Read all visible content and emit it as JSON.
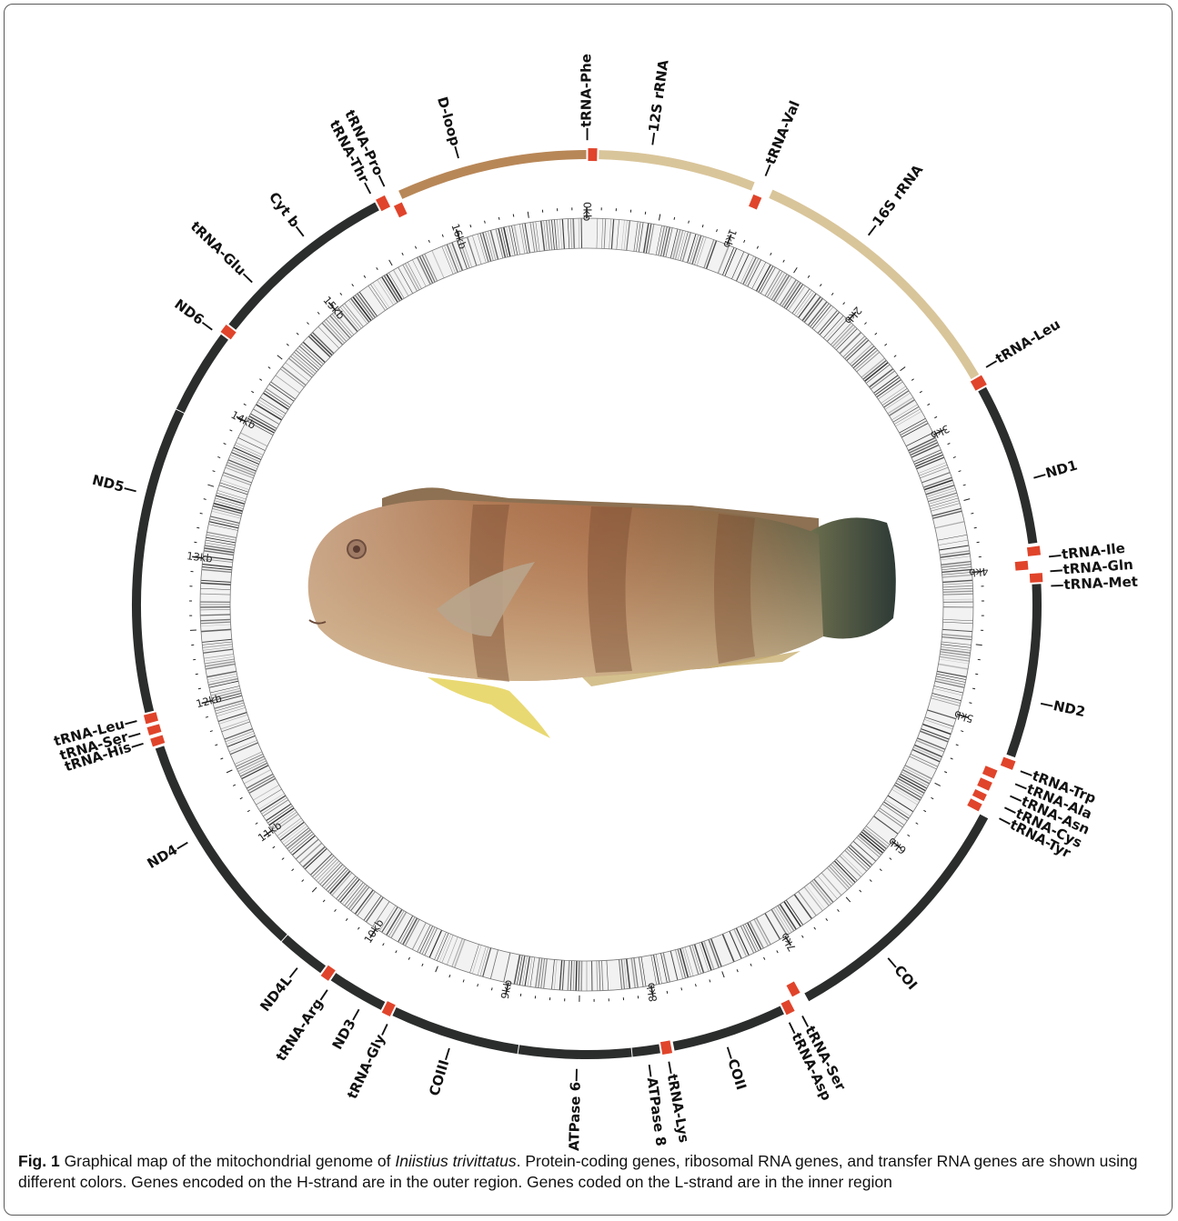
{
  "figure": {
    "caption_label": "Fig. 1",
    "caption_part1": " Graphical map of the mitochondrial genome of ",
    "caption_species": "Iniistius trivittatus",
    "caption_part2": ". Protein-coding genes, ribosomal RNA genes, and transfer RNA genes are shown using different colors. Genes encoded on the H-strand are in the outer region. Genes coded on the L-strand are in the inner region"
  },
  "genome": {
    "length_bp": 16900,
    "kb_ticks": [
      "0kb",
      "1kb",
      "2kb",
      "3kb",
      "4kb",
      "5kb",
      "6kb",
      "7kb",
      "8kb",
      "9kb",
      "10kb",
      "11kb",
      "12kb",
      "13kb",
      "14kb",
      "15kb",
      "16kb"
    ]
  },
  "colors": {
    "protein": "#2b2d2c",
    "rrna": "#d9c59a",
    "trna": "#e0442b",
    "dloop": "#b88757"
  },
  "genes": [
    {
      "name": "tRNA-Phe",
      "start": 0,
      "end": 70,
      "type": "trna",
      "strand": "outer",
      "label_at": 0
    },
    {
      "name": "12S rRNA",
      "start": 70,
      "end": 1020,
      "type": "rrna",
      "strand": "outer",
      "label_at": 380
    },
    {
      "name": "tRNA-Val",
      "start": 1030,
      "end": 1100,
      "type": "trna",
      "strand": "inner",
      "label_at": 1060
    },
    {
      "name": "16S rRNA",
      "start": 1130,
      "end": 2800,
      "type": "rrna",
      "strand": "outer",
      "label_at": 1750
    },
    {
      "name": "tRNA-Leu",
      "start": 2800,
      "end": 2880,
      "type": "trna",
      "strand": "outer",
      "label_at": 2780
    },
    {
      "name": "ND1",
      "start": 2880,
      "end": 3860,
      "type": "protein",
      "strand": "outer",
      "label_at": 3480
    },
    {
      "name": "tRNA-Ile",
      "start": 3870,
      "end": 3940,
      "type": "trna",
      "strand": "outer",
      "label_at": 3945
    },
    {
      "name": "tRNA-Gln",
      "start": 3950,
      "end": 4020,
      "type": "trna",
      "strand": "inner",
      "label_at": 4030
    },
    {
      "name": "tRNA-Met",
      "start": 4030,
      "end": 4100,
      "type": "trna",
      "strand": "outer",
      "label_at": 4115
    },
    {
      "name": "ND2",
      "start": 4100,
      "end": 5150,
      "type": "protein",
      "strand": "outer",
      "label_at": 4800
    },
    {
      "name": "tRNA-Trp",
      "start": 5160,
      "end": 5230,
      "type": "trna",
      "strand": "outer",
      "label_at": 5210
    },
    {
      "name": "tRNA-Ala",
      "start": 5250,
      "end": 5320,
      "type": "trna",
      "strand": "inner",
      "label_at": 5290
    },
    {
      "name": "tRNA-Asn",
      "start": 5330,
      "end": 5400,
      "type": "trna",
      "strand": "inner",
      "label_at": 5365
    },
    {
      "name": "tRNA-Cys",
      "start": 5410,
      "end": 5470,
      "type": "trna",
      "strand": "inner",
      "label_at": 5440
    },
    {
      "name": "tRNA-Tyr",
      "start": 5475,
      "end": 5540,
      "type": "trna",
      "strand": "inner",
      "label_at": 5510
    },
    {
      "name": "COI",
      "start": 5540,
      "end": 7080,
      "type": "protein",
      "strand": "outer",
      "label_at": 6550
    },
    {
      "name": "tRNA-Ser",
      "start": 7090,
      "end": 7160,
      "type": "trna",
      "strand": "inner",
      "label_at": 7150
    },
    {
      "name": "tRNA-Asp",
      "start": 7170,
      "end": 7240,
      "type": "trna",
      "strand": "outer",
      "label_at": 7235
    },
    {
      "name": "COII",
      "start": 7240,
      "end": 7930,
      "type": "protein",
      "strand": "outer",
      "label_at": 7620
    },
    {
      "name": "tRNA-Lys",
      "start": 7935,
      "end": 8010,
      "type": "trna",
      "strand": "outer",
      "label_at": 7970
    },
    {
      "name": "ATPase 8",
      "start": 8010,
      "end": 8180,
      "type": "protein",
      "strand": "outer",
      "label_at": 8085
    },
    {
      "name": "ATPase 6",
      "start": 8180,
      "end": 8860,
      "type": "protein",
      "strand": "outer",
      "label_at": 8510
    },
    {
      "name": "COIII",
      "start": 8860,
      "end": 9640,
      "type": "protein",
      "strand": "outer",
      "label_at": 9260
    },
    {
      "name": "tRNA-Gly",
      "start": 9640,
      "end": 9710,
      "type": "trna",
      "strand": "outer",
      "label_at": 9645
    },
    {
      "name": "ND3",
      "start": 9710,
      "end": 10060,
      "type": "protein",
      "strand": "outer",
      "label_at": 9830
    },
    {
      "name": "tRNA-Arg",
      "start": 10060,
      "end": 10130,
      "type": "trna",
      "strand": "outer",
      "label_at": 10045
    },
    {
      "name": "ND4L",
      "start": 10130,
      "end": 10430,
      "type": "protein",
      "strand": "outer",
      "label_at": 10260
    },
    {
      "name": "ND4",
      "start": 10430,
      "end": 11810,
      "type": "protein",
      "strand": "outer",
      "label_at": 11230
    },
    {
      "name": "tRNA-His",
      "start": 11815,
      "end": 11880,
      "type": "trna",
      "strand": "outer",
      "label_at": 11860
    },
    {
      "name": "tRNA-Ser",
      "start": 11885,
      "end": 11950,
      "type": "trna",
      "strand": "outer",
      "label_at": 11920
    },
    {
      "name": "tRNA-Leu",
      "start": 11955,
      "end": 12025,
      "type": "trna",
      "strand": "outer",
      "label_at": 11995
    },
    {
      "name": "ND5",
      "start": 12025,
      "end": 13870,
      "type": "protein",
      "strand": "outer",
      "label_at": 13340
    },
    {
      "name": "ND6",
      "start": 13870,
      "end": 14390,
      "type": "protein",
      "strand": "outer",
      "label_at": 14380
    },
    {
      "name": "tRNA-Glu",
      "start": 14390,
      "end": 14460,
      "type": "trna",
      "strand": "outer",
      "label_at": 14740
    },
    {
      "name": "Cyt b",
      "start": 14460,
      "end": 15600,
      "type": "protein",
      "strand": "outer",
      "label_at": 15140
    },
    {
      "name": "tRNA-Thr",
      "start": 15600,
      "end": 15675,
      "type": "trna",
      "strand": "outer",
      "label_at": 15600
    },
    {
      "name": "tRNA-Pro",
      "start": 15680,
      "end": 15750,
      "type": "trna",
      "strand": "inner",
      "label_at": 15690
    },
    {
      "name": "D-loop",
      "start": 15750,
      "end": 16900,
      "type": "dloop",
      "strand": "outer",
      "label_at": 16150
    }
  ]
}
